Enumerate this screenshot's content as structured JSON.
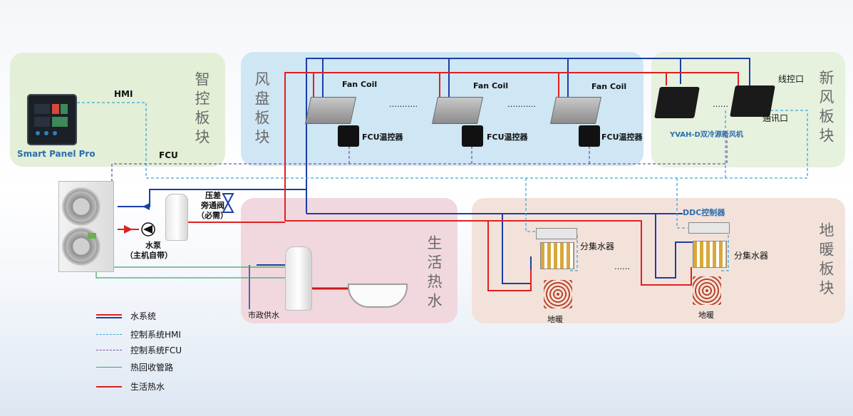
{
  "zones": {
    "smart": {
      "title": "智控板块",
      "color": "#e3efd6"
    },
    "fancoil": {
      "title": "风盘板块",
      "color": "#cfe6f4"
    },
    "freshair": {
      "title": "新风板块",
      "color": "#e6f1de"
    },
    "hotwater": {
      "title": "生活热水",
      "color": "#f1d8de"
    },
    "floor": {
      "title": "地暖板块",
      "color": "#f3e2da"
    }
  },
  "labels": {
    "hmi": "HMI",
    "fcu": "FCU",
    "smart_panel": "Smart Panel Pro",
    "fan_coil": "Fan Coil",
    "dots": "………..",
    "fcu_thermostat": "FCU温控器",
    "line_port": "线控口",
    "comm_port": "通讯口",
    "fresh_unit": "YVAH-D双冷源新风机",
    "valve_1": "压差",
    "valve_2": "旁通阀",
    "valve_3": "（必需）",
    "pump_1": "水泵",
    "pump_2": "（主机自带）",
    "city_water": "市政供水",
    "ddc": "DDC控制器",
    "manifold": "分集水器",
    "floor_heat": "地暖",
    "floor_dots": "……",
    "fresh_dots": "……"
  },
  "legend": [
    {
      "label": "水系统",
      "color": "#e02020",
      "style": "water"
    },
    {
      "label": "控制系统HMI",
      "color": "#39a8d8",
      "style": "dash"
    },
    {
      "label": "控制系统FCU",
      "color": "#7a4fa8",
      "style": "dash"
    },
    {
      "label": "热回收管路",
      "color": "#3aa860",
      "style": "solid"
    },
    {
      "label": "生活热水",
      "color": "#d81e1e",
      "style": "solid"
    }
  ],
  "colors": {
    "red": "#e02020",
    "blue": "#1a3ea8",
    "cyan": "#39a8d8",
    "purple": "#7a4fa8",
    "green": "#3aa860",
    "brand": "#2a6db0"
  }
}
